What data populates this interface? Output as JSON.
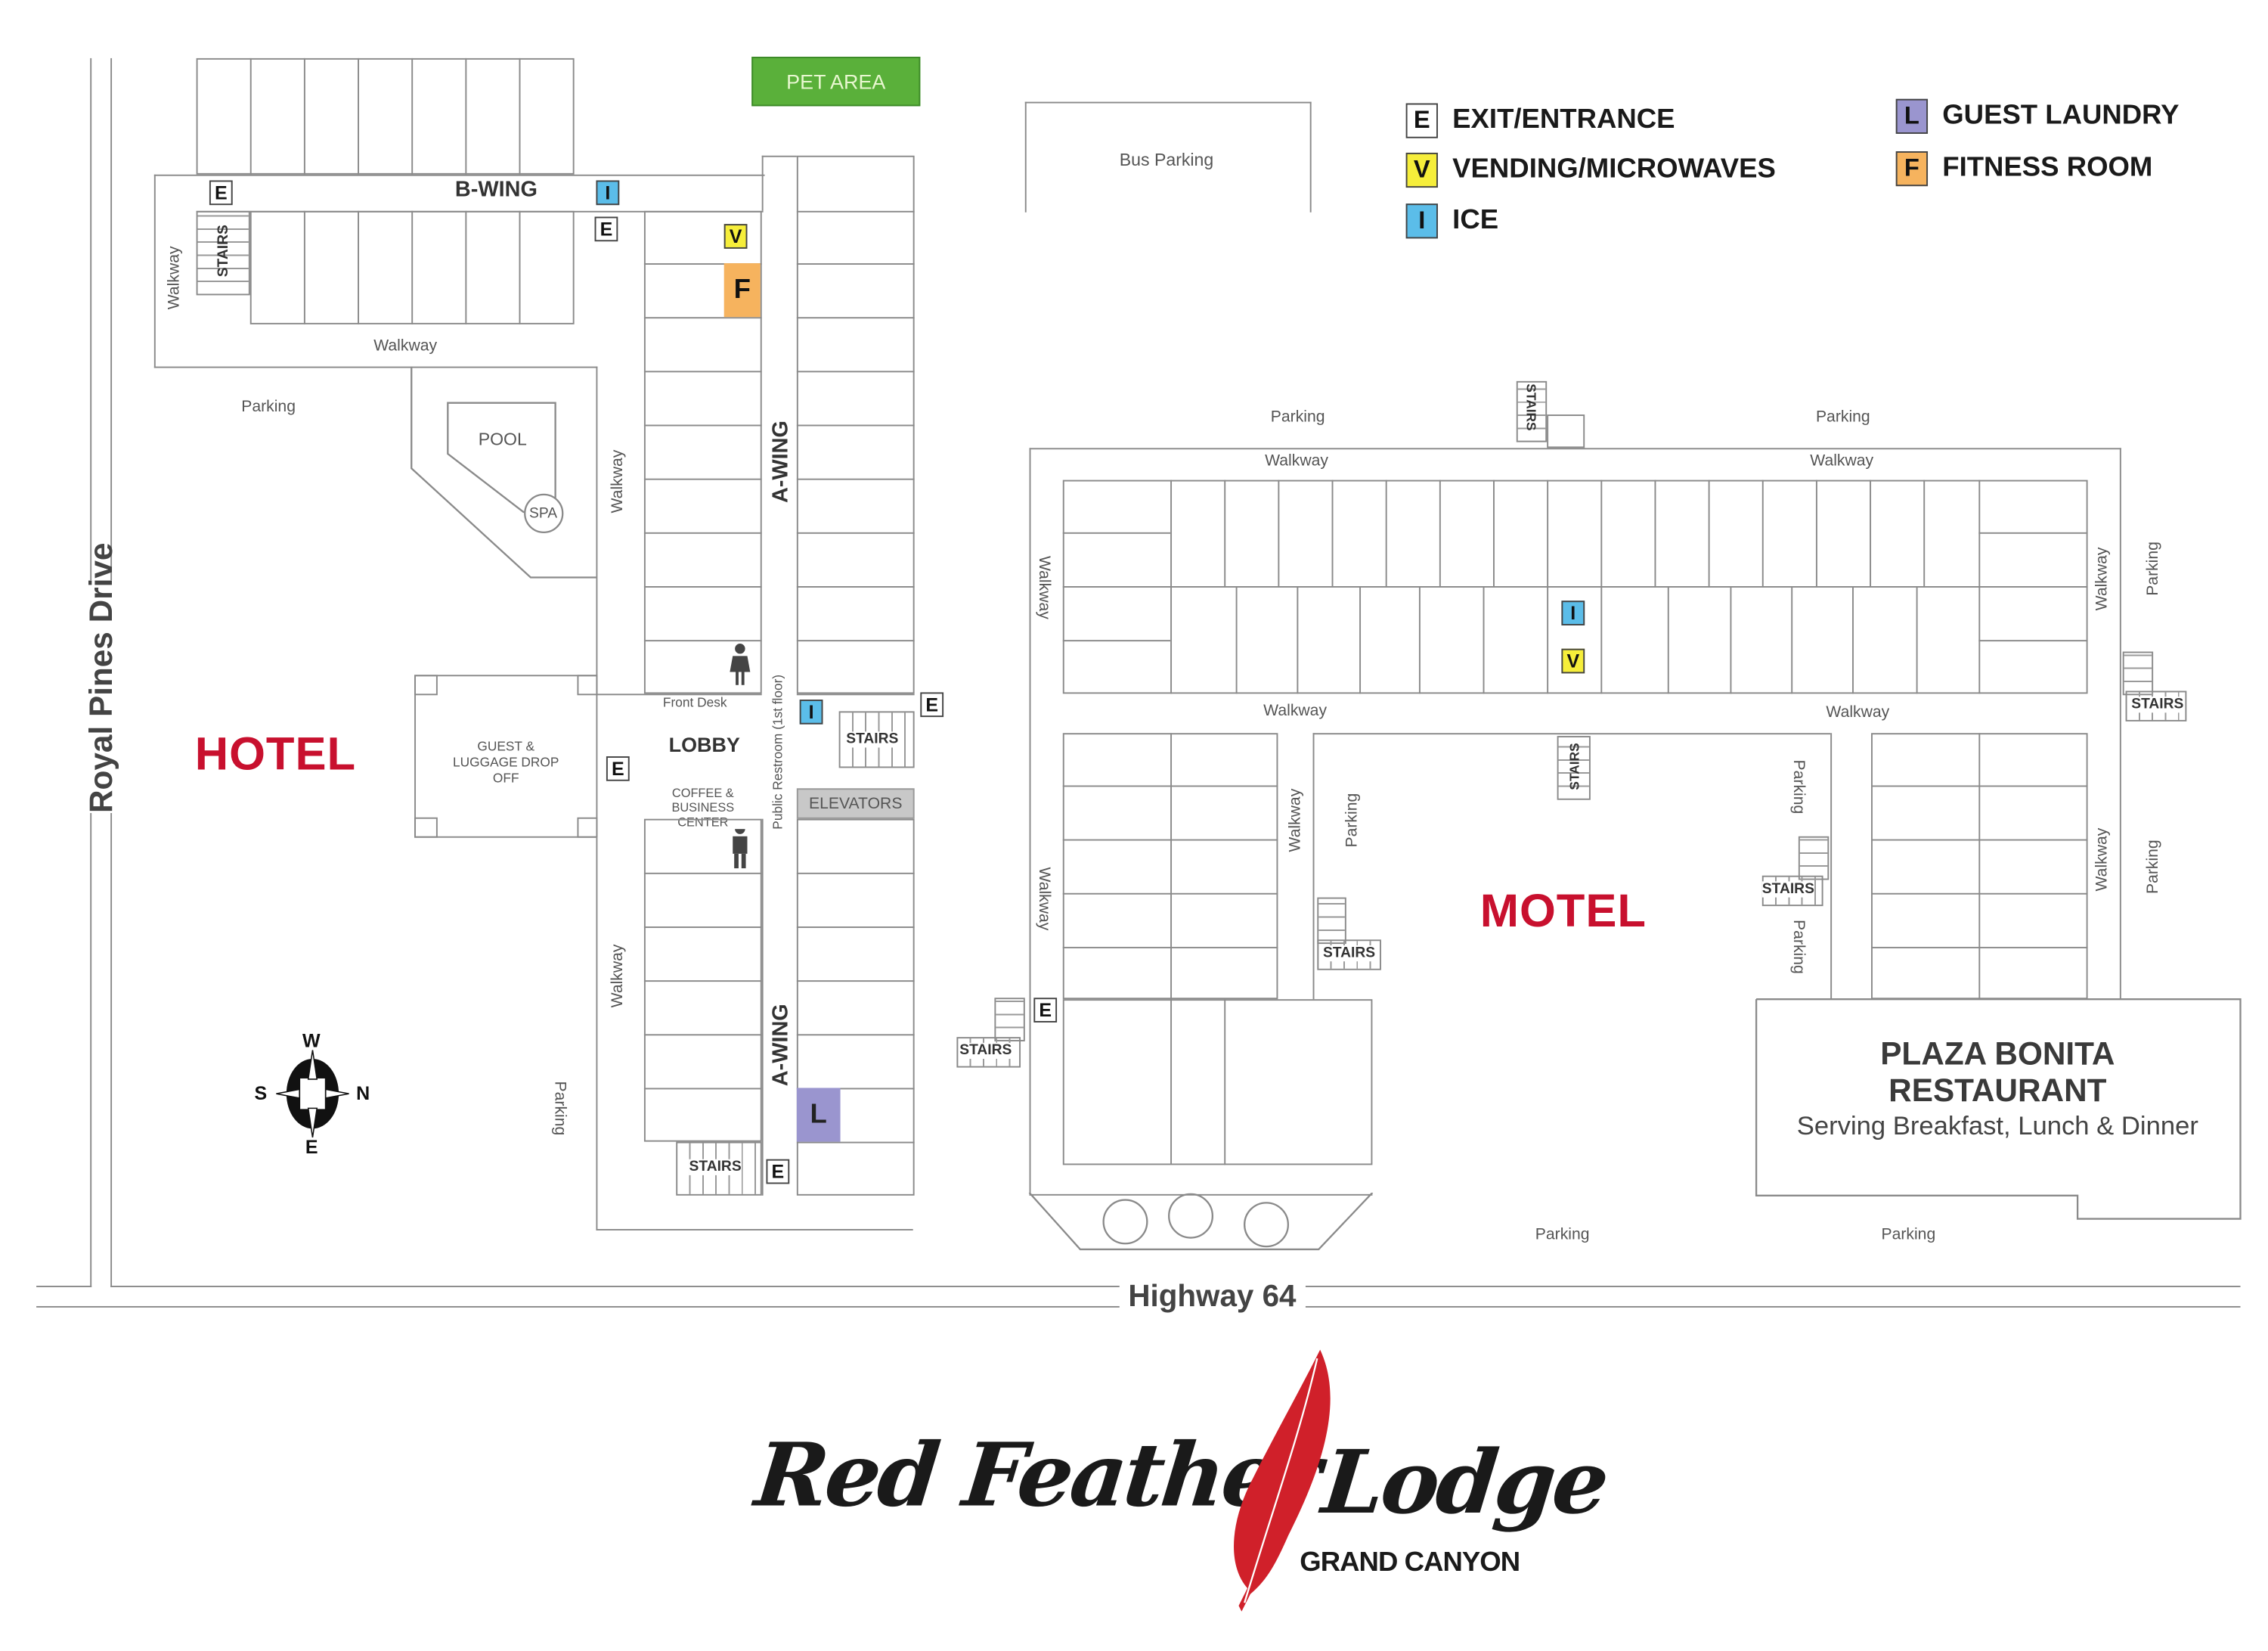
{
  "map": {
    "roads": {
      "west_road": "Royal Pines Drive",
      "south_road": "Highway 64"
    },
    "areas": {
      "pet_area": "PET AREA",
      "bus_parking": "Bus Parking",
      "hotel": "HOTEL",
      "motel": "MOTEL",
      "pool": "POOL",
      "spa": "SPA",
      "guest_luggage": "GUEST & LUGGAGE DROP OFF",
      "lobby": "LOBBY",
      "front_desk": "Front Desk",
      "coffee_business": "COFFEE & BUSINESS CENTER",
      "elevators": "ELEVATORS",
      "public_restroom": "Public Restroom (1st floor)",
      "b_wing": "B-WING",
      "a_wing_upper": "A-WING",
      "a_wing_lower": "A-WING"
    },
    "restaurant": {
      "name_line1": "PLAZA BONITA",
      "name_line2": "RESTAURANT",
      "tagline": "Serving Breakfast, Lunch & Dinner"
    },
    "labels": {
      "walkway": "Walkway",
      "parking": "Parking",
      "stairs": "STAIRS"
    },
    "compass": {
      "top": "W",
      "bottom": "E",
      "left": "S",
      "right": "N"
    }
  },
  "legend": {
    "items": [
      {
        "letter": "E",
        "label": "EXIT/ENTRANCE",
        "color": "#ffffff"
      },
      {
        "letter": "V",
        "label": "VENDING/MICROWAVES",
        "color": "#f6ee3a"
      },
      {
        "letter": "I",
        "label": "ICE",
        "color": "#5bbde9"
      },
      {
        "letter": "L",
        "label": "GUEST LAUNDRY",
        "color": "#9a95cf"
      },
      {
        "letter": "F",
        "label": "FITNESS ROOM",
        "color": "#f6b35e"
      }
    ]
  },
  "markers": {
    "exit": "E",
    "vending": "V",
    "ice": "I",
    "laundry": "L",
    "fitness": "F"
  },
  "logo": {
    "name": "Red Feather Lodge",
    "word1": "Red Feather",
    "word2": "Lodge",
    "subtitle": "GRAND CANYON"
  },
  "colors": {
    "brand_red": "#c8102e",
    "pet_area_green": "#5ab03a",
    "elevator_gray": "#c8c8c8"
  }
}
